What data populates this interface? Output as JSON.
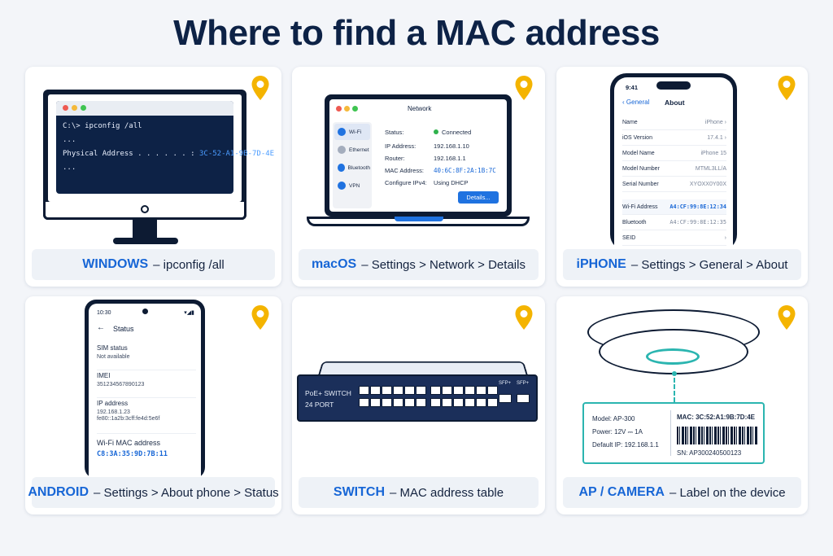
{
  "title": "Where to find a MAC address",
  "colors": {
    "accent": "#1766d6",
    "navy": "#0d2246",
    "pin": "#f4b400",
    "teal": "#2bb5b0"
  },
  "cards": {
    "windows": {
      "os": "WINDOWS",
      "caption": "– ipconfig /all",
      "terminal": [
        "C:\\> ipconfig /all",
        "...",
        "Physical Address . . . . . . :",
        "..."
      ],
      "mac": "3C-52-A1-9B-7D-4E"
    },
    "macos": {
      "os": "macOS",
      "caption": "– Settings > Network > Details",
      "window_title": "Network",
      "sidebar": [
        "Wi-Fi",
        "Ethernet",
        "Bluetooth",
        "VPN"
      ],
      "rows": [
        {
          "label": "Status:",
          "value": "Connected"
        },
        {
          "label": "IP Address:",
          "value": "192.168.1.10"
        },
        {
          "label": "Router:",
          "value": "192.168.1.1"
        },
        {
          "label": "MAC Address:",
          "value": "40:6C:8F:2A:1B:7C"
        },
        {
          "label": "Configure IPv4:",
          "value": "Using DHCP"
        }
      ],
      "button": "Details..."
    },
    "iphone": {
      "os": "iPHONE",
      "caption": "– Settings > General > About",
      "time": "9:41",
      "back": "General",
      "screen_title": "About",
      "rows": [
        {
          "label": "Name",
          "value": "iPhone"
        },
        {
          "label": "iOS Version",
          "value": "17.4.1"
        },
        {
          "label": "Model Name",
          "value": "iPhone 15"
        },
        {
          "label": "Model Number",
          "value": "MTML3LL/A"
        },
        {
          "label": "Serial Number",
          "value": "XYOXX0Y00X"
        },
        {
          "label": "Wi-Fi Address",
          "value": "A4:CF:99:8E:12:34"
        },
        {
          "label": "Bluetooth",
          "value": "A4:CF:99:8E:12:35"
        },
        {
          "label": "SEID",
          "value": ""
        }
      ]
    },
    "android": {
      "os": "ANDROID",
      "caption": "– Settings > About phone > Status",
      "time": "10:30",
      "screen_title": "Status",
      "items": [
        {
          "label": "SIM status",
          "value": "Not available"
        },
        {
          "label": "IMEI",
          "value": "351234567890123"
        },
        {
          "label": "IP address",
          "value": "192.168.1.23",
          "value2": "fe80::1a2b:3cff:fe4d:5e6f"
        },
        {
          "label": "Wi-Fi MAC address",
          "value": "C8:3A:35:9D:7B:11"
        }
      ]
    },
    "switch": {
      "os": "SWITCH",
      "caption": "– MAC address table",
      "label1": "PoE+ SWITCH",
      "label2": "24 PORT",
      "sfp": "SFP+"
    },
    "ap": {
      "os": "AP / CAMERA",
      "caption": "– Label on the device",
      "model": "Model: AP-300",
      "power": "Power: 12V ⎓ 1A",
      "default_ip": "Default IP: 192.168.1.1",
      "mac": "MAC: 3C:52:A1:9B:7D:4E",
      "sn": "SN: AP300240500123"
    }
  }
}
